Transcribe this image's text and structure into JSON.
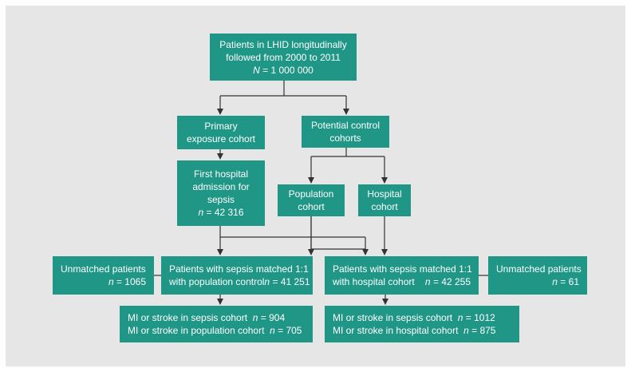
{
  "diagram": {
    "root": {
      "line1": "Patients in LHID longitudinally",
      "line2": "followed from 2000 to 2011",
      "n_symbol": "N",
      "n_value": " = 1 000 000"
    },
    "primary": {
      "line1": "Primary",
      "line2": "exposure cohort"
    },
    "potential_control": {
      "line1": "Potential control",
      "line2": "cohorts"
    },
    "first_admission": {
      "line1": "First hospital",
      "line2": "admission for",
      "line3": "sepsis",
      "n_symbol": "n",
      "n_value": " = 42 316"
    },
    "population_cohort": {
      "line1": "Population",
      "line2": "cohort"
    },
    "hospital_cohort": {
      "line1": "Hospital",
      "line2": "cohort"
    },
    "unmatched_left": {
      "line1": "Unmatched patients",
      "n_symbol": "n",
      "n_value": " = 1065"
    },
    "matched_population": {
      "line1": "Patients with sepsis matched 1:1",
      "line2": "with population control",
      "n_symbol": "n",
      "n_value": " = 41 251"
    },
    "matched_hospital": {
      "line1": "Patients with sepsis matched 1:1",
      "line2": "with  hospital cohort",
      "n_symbol": "n",
      "n_value": " = 42 255"
    },
    "unmatched_right": {
      "line1": "Unmatched patients",
      "n_symbol": "n",
      "n_value": " = 61"
    },
    "outcome_population": {
      "line1_label": "MI or stroke in sepsis cohort",
      "line1_n_symbol": "n",
      "line1_n_value": " = 904",
      "line2_label": "MI or stroke in population cohort",
      "line2_n_symbol": "n",
      "line2_n_value": " = 705"
    },
    "outcome_hospital": {
      "line1_label": "MI or stroke in sepsis cohort",
      "line1_n_symbol": "n",
      "line1_n_value": " = 1012",
      "line2_label": "MI or stroke in hospital cohort",
      "line2_n_symbol": "n",
      "line2_n_value": " = 875"
    },
    "colors": {
      "box": "#1f9686",
      "background": "#e6e6e6",
      "text": "#ffffff",
      "line": "#333333"
    }
  }
}
